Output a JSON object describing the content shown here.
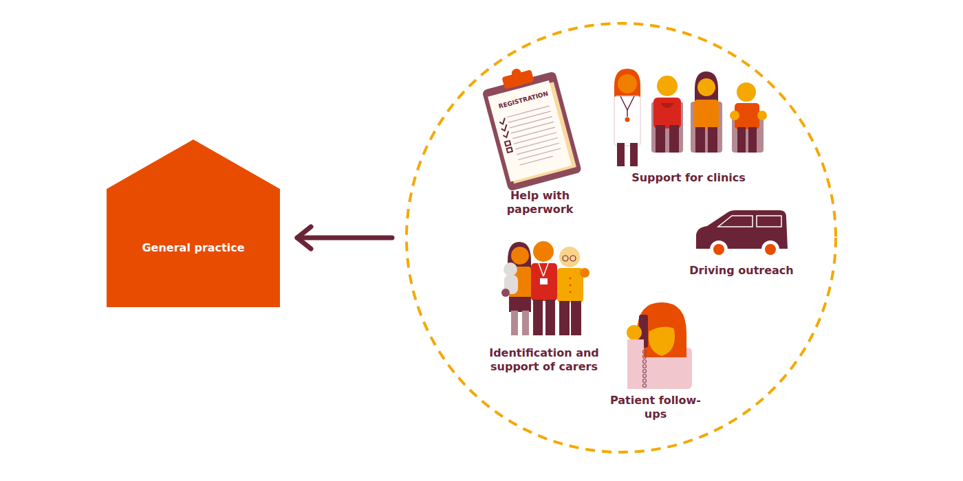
{
  "diagram": {
    "nodes": [
      {
        "text": [
          "General practice"
        ]
      }
    ],
    "labels": [
      "REGISTRATION",
      "Help with paperwork",
      "Support for clinics",
      "Driving outreach",
      "Identification and support of carers",
      "Patient follow-ups"
    ]
  }
}
